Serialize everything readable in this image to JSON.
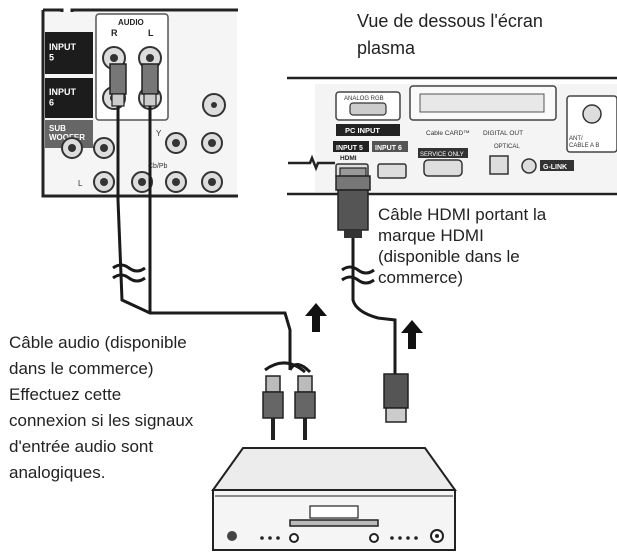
{
  "captions": {
    "plasma_view": "Vue de dessous l'écran\nplasma",
    "hdmi_cable": "Câble HDMI portant la\nmarque HDMI\n(disponible dans le\ncommerce)",
    "audio_cable": "Câble audio (disponible\ndans le commerce)\nEffectuez cette\nconnexion si les signaux\nd'entrée audio sont\nanalogiques."
  },
  "left_panel": {
    "audio": "AUDIO",
    "r": "R",
    "l": "L",
    "input5": "INPUT\n5",
    "input6": "INPUT\n6",
    "sub_woofer": "SUB\nWOOFER",
    "y": "Y",
    "cb_pb": "Cb/Pb",
    "l_bottom": "L"
  },
  "plasma_panel": {
    "analog_rgb": "ANALOG RGB",
    "pc_input": "PC INPUT",
    "cable_card": "Cable CARD™",
    "digital_out": "DIGITAL OUT",
    "optical": "OPTICAL",
    "input5": "INPUT 5",
    "input6": "INPUT 6",
    "hdmi": "HDMI",
    "service_only": "SERVICE ONLY",
    "g_link": "G-LINK",
    "antenna": "ANT/\nCABLE A B"
  },
  "colors": {
    "line": "#1a1a1a",
    "panel_dark": "#222222",
    "panel_fill": "#f4f4f4"
  }
}
